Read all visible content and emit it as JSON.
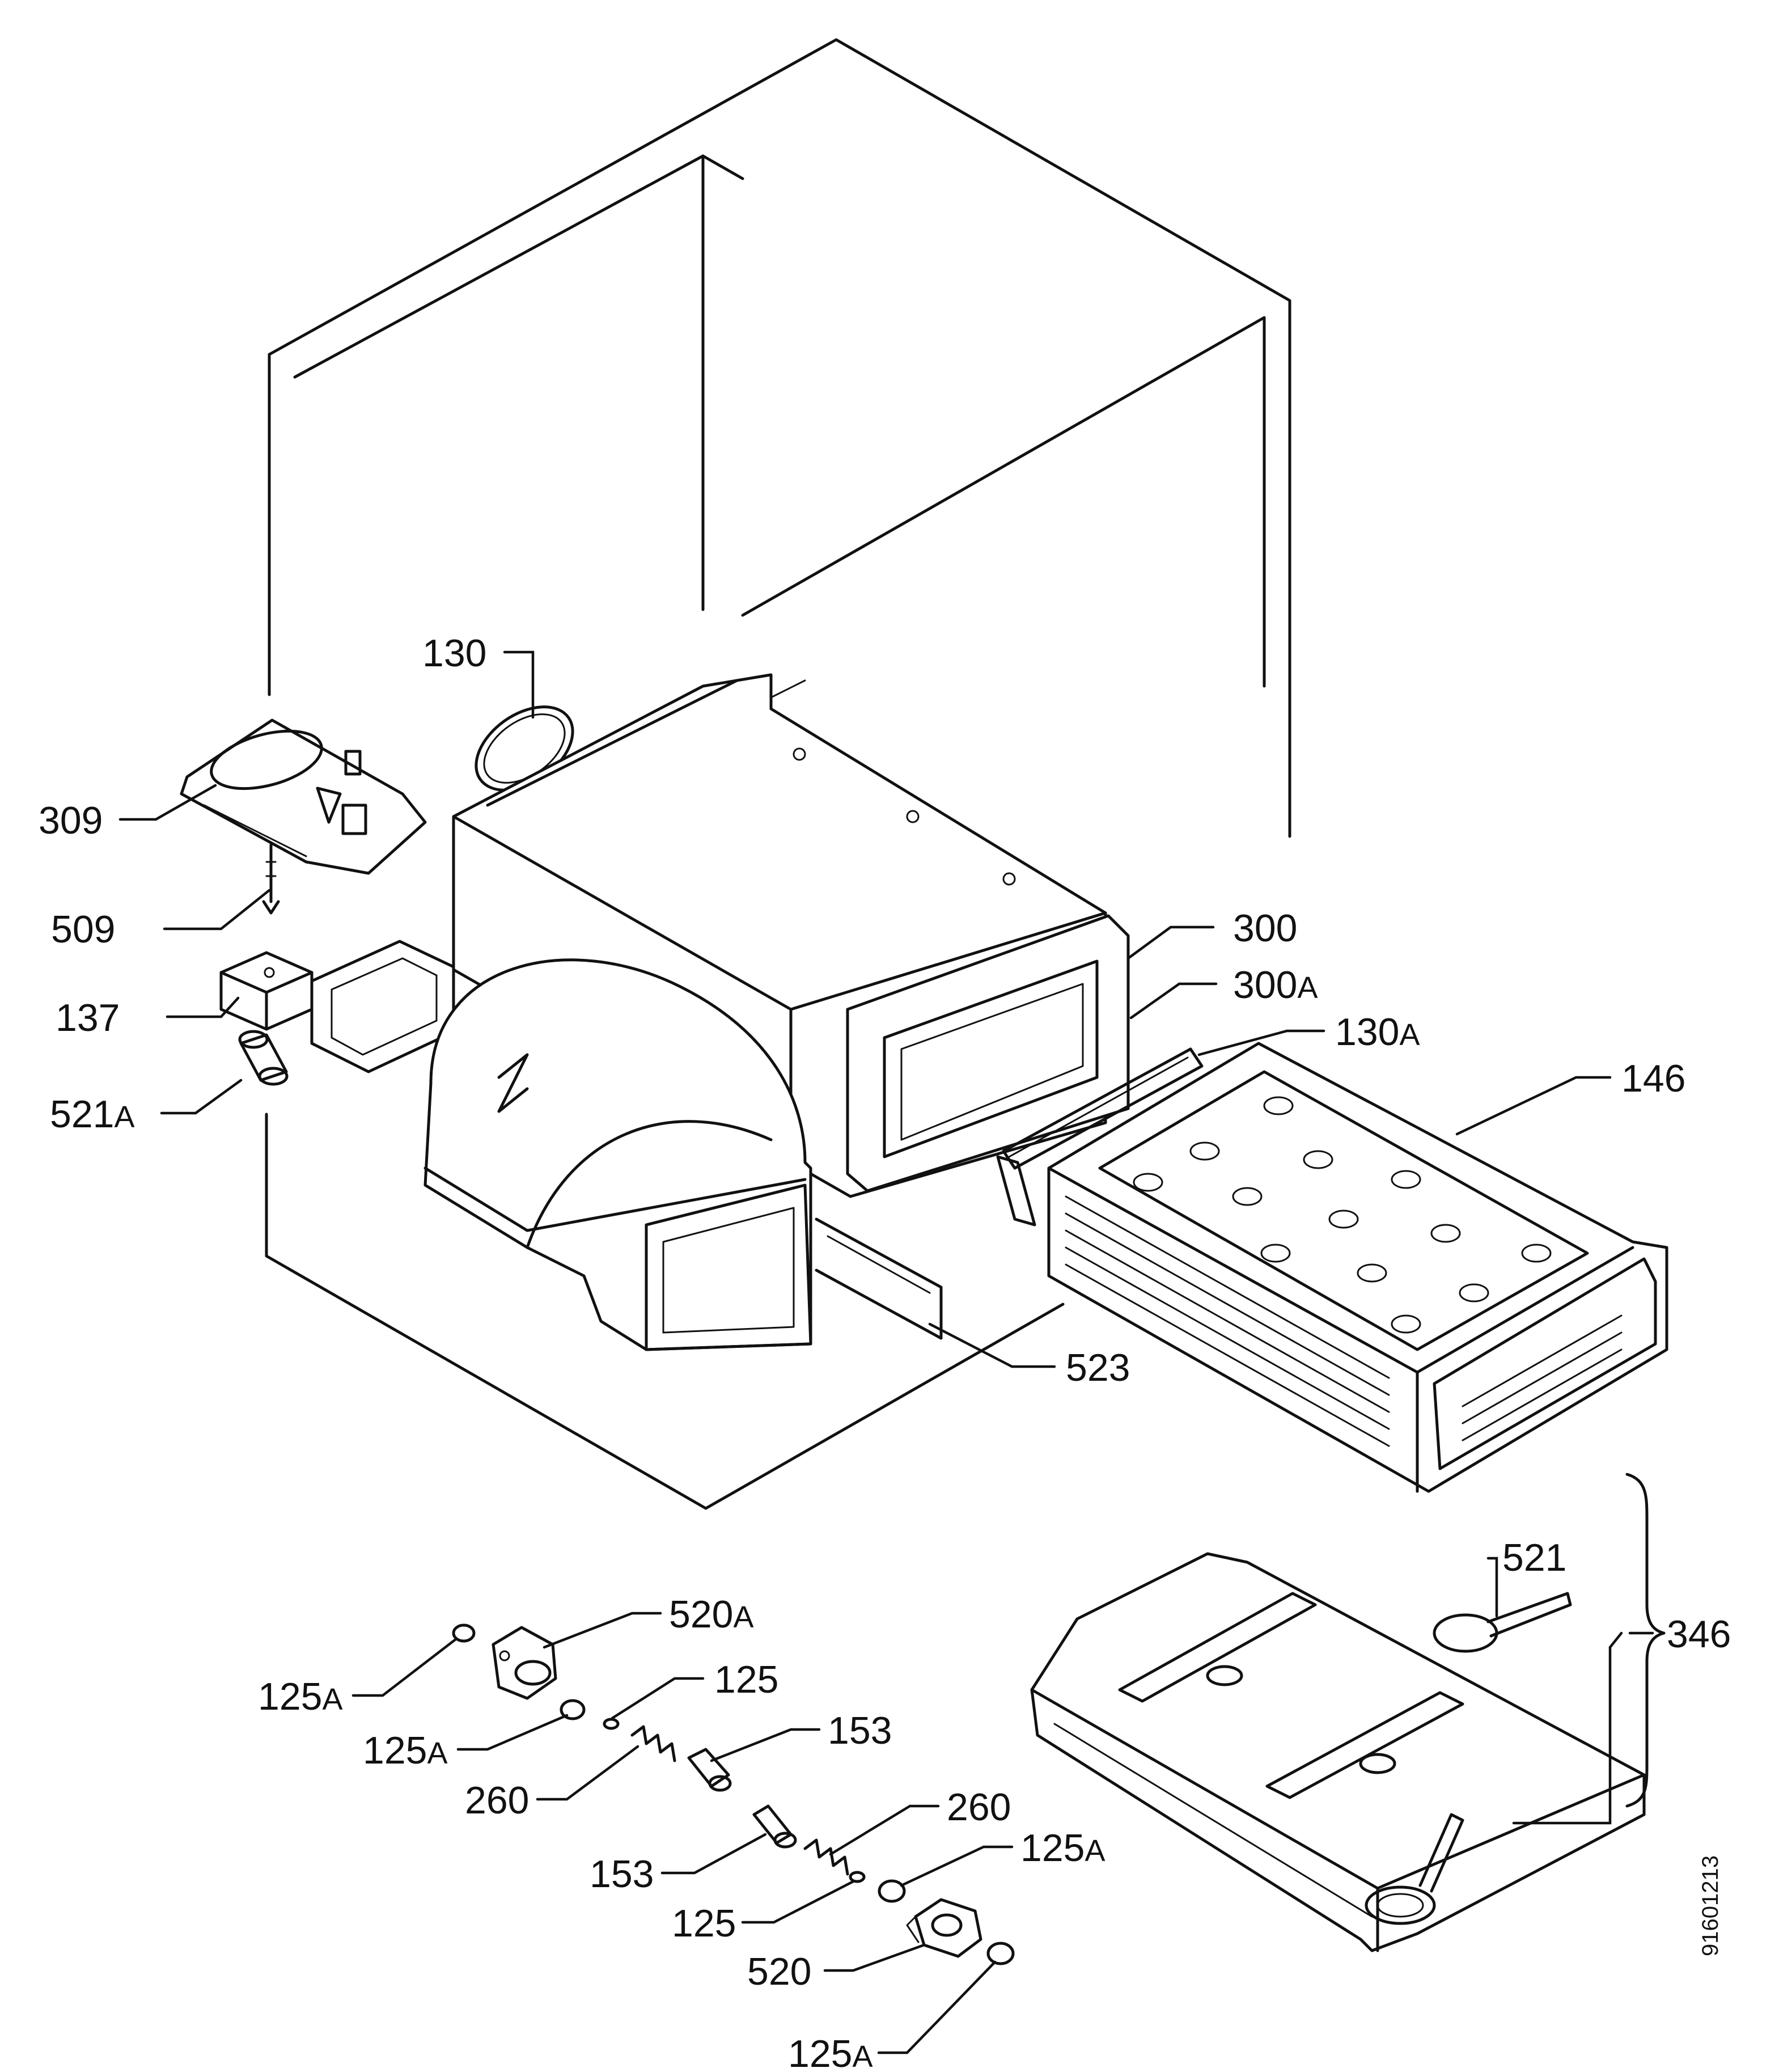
{
  "document_number": "91601213",
  "labels": {
    "l130": {
      "num": "130",
      "suf": ""
    },
    "l309": {
      "num": "309",
      "suf": ""
    },
    "l509": {
      "num": "509",
      "suf": ""
    },
    "l137": {
      "num": "137",
      "suf": ""
    },
    "l521a": {
      "num": "521",
      "suf": "A"
    },
    "l300": {
      "num": "300",
      "suf": ""
    },
    "l300a": {
      "num": "300",
      "suf": "A"
    },
    "l130a": {
      "num": "130",
      "suf": "A"
    },
    "l146": {
      "num": "146",
      "suf": ""
    },
    "l523": {
      "num": "523",
      "suf": ""
    },
    "l521": {
      "num": "521",
      "suf": ""
    },
    "l346": {
      "num": "346",
      "suf": ""
    },
    "l520a": {
      "num": "520",
      "suf": "A"
    },
    "l125a_1": {
      "num": "125",
      "suf": "A"
    },
    "l125_1": {
      "num": "125",
      "suf": ""
    },
    "l125a_2": {
      "num": "125",
      "suf": "A"
    },
    "l153_1": {
      "num": "153",
      "suf": ""
    },
    "l260_1": {
      "num": "260",
      "suf": ""
    },
    "l260_2": {
      "num": "260",
      "suf": ""
    },
    "l153_2": {
      "num": "153",
      "suf": ""
    },
    "l125a_3": {
      "num": "125",
      "suf": "A"
    },
    "l125_2": {
      "num": "125",
      "suf": ""
    },
    "l520": {
      "num": "520",
      "suf": ""
    },
    "l125a_4": {
      "num": "125",
      "suf": "A"
    }
  }
}
